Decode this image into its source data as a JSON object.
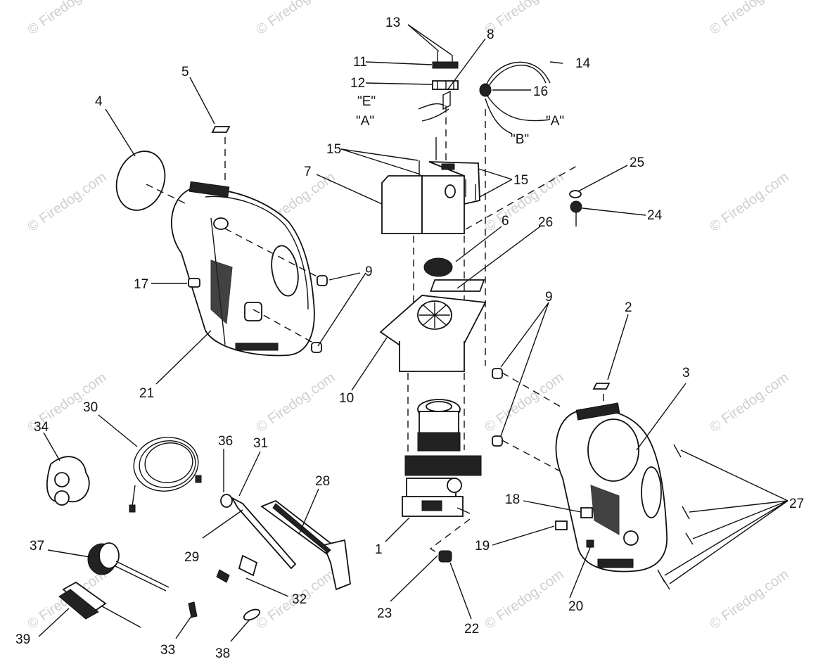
{
  "watermark": "© Firedog.com",
  "callouts": {
    "c1": "1",
    "c2": "2",
    "c3": "3",
    "c4": "4",
    "c5": "5",
    "c6": "6",
    "c7": "7",
    "c8": "8",
    "c9a": "9",
    "c9b": "9",
    "c10": "10",
    "c11": "11",
    "c12": "12",
    "c13": "13",
    "c14": "14",
    "c15a": "15",
    "c15b": "15",
    "c16": "16",
    "c17": "17",
    "c18": "18",
    "c19": "19",
    "c20": "20",
    "c21": "21",
    "c22": "22",
    "c23": "23",
    "c24": "24",
    "c25": "25",
    "c26": "26",
    "c27": "27",
    "c28": "28",
    "c29": "29",
    "c30": "30",
    "c31": "31",
    "c32": "32",
    "c33": "33",
    "c34": "34",
    "c36": "36",
    "c37": "37",
    "c38": "38",
    "c39": "39",
    "wireE": "\"E\"",
    "wireA1": "\"A\"",
    "wireA2": "\"A\"",
    "wireB": "\"B\""
  }
}
